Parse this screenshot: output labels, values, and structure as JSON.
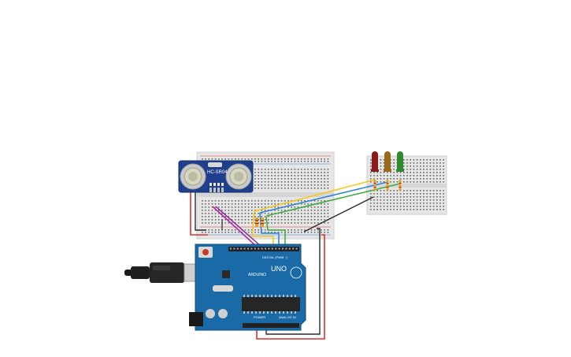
{
  "sensor": {
    "label": "HC-SR04"
  },
  "arduino": {
    "brand": "ARDUINO",
    "model": "UNO",
    "digital_label": "DIGITAL (PWM ~)",
    "power_label": "POWER",
    "analog_label": "ANALOG IN"
  },
  "leds": [
    {
      "name": "red",
      "color": "#8b1a1a"
    },
    {
      "name": "amber",
      "color": "#9a6a1c"
    },
    {
      "name": "green",
      "color": "#2e8b2e"
    }
  ],
  "wire_colors": {
    "red": "#e0302a",
    "black": "#2b2b2b",
    "yellow": "#f2c81e",
    "blue": "#2f86d6",
    "green": "#3fae3f",
    "purple": "#b02aa8",
    "orange": "#e8a030"
  }
}
